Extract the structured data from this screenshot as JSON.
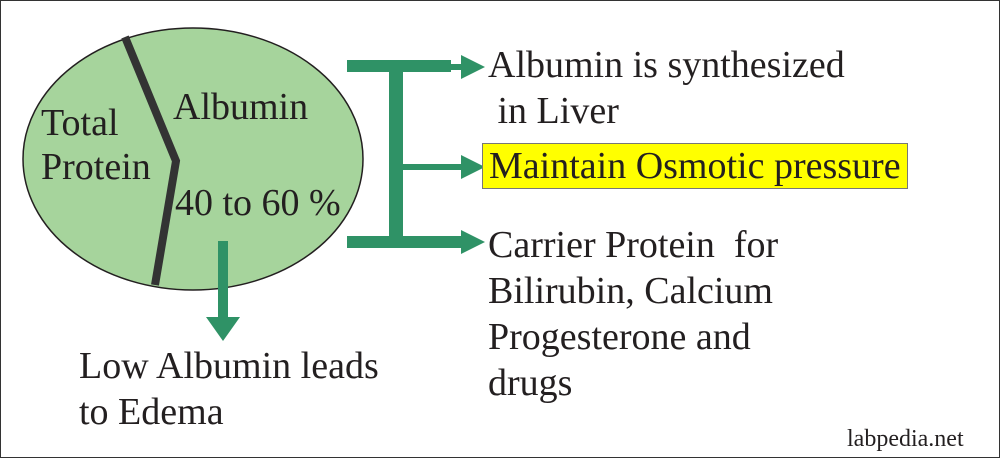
{
  "colors": {
    "ellipse_fill": "#a6d49c",
    "ellipse_stroke": "#231f20",
    "divider": "#333333",
    "arrow": "#2f9266",
    "highlight": "#ffff00",
    "text": "#231f20"
  },
  "ellipse": {
    "left_label_line1": "Total",
    "left_label_line2": "Protein",
    "right_label": "Albumin",
    "percent_label": "40 to 60 %"
  },
  "downward_note": {
    "line1": "Low Albumin leads",
    "line2": "to Edema"
  },
  "branches": [
    {
      "line1": "Albumin is synthesized",
      "line2": " in Liver"
    },
    {
      "line1": "Maintain Osmotic pressure"
    },
    {
      "line1": "Carrier Protein  for",
      "line2": "Bilirubin, Calcium",
      "line3": "Progesterone and",
      "line4": "drugs"
    }
  ],
  "watermark": "labpedia.net"
}
